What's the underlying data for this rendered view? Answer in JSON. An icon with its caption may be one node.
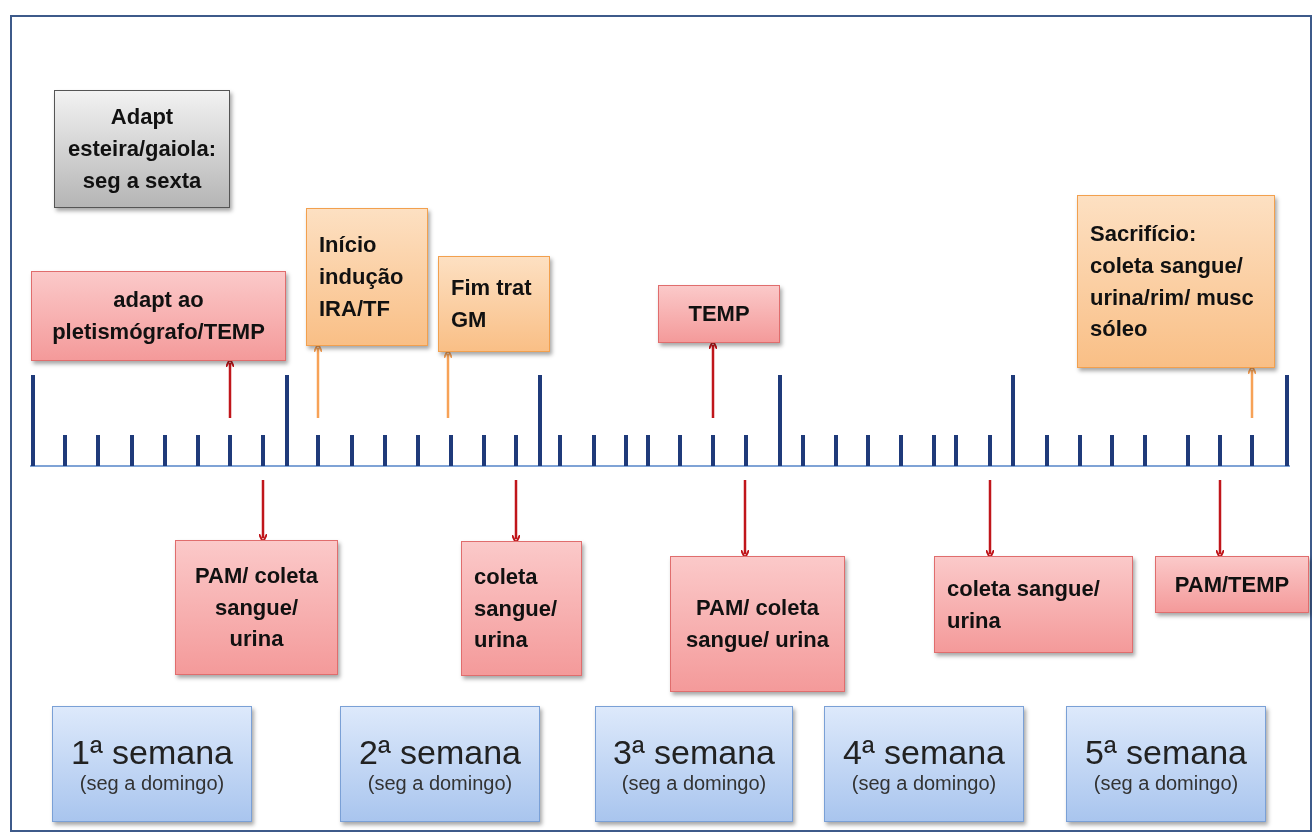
{
  "diagram": {
    "nodes": [
      {
        "text": [
          "Adapt esteira/gaiola: seg a sexta"
        ]
      },
      {
        "text": [
          "adapt ao pletismógrafo/TEMP"
        ]
      },
      {
        "text": [
          "Início indução IRA/TF"
        ]
      },
      {
        "text": [
          "Fim trat GM"
        ]
      },
      {
        "text": [
          "TEMP"
        ]
      },
      {
        "text": [
          "Sacrifício: coleta sangue/ urina/rim/ musc sóleo"
        ]
      },
      {
        "text": [
          "PAM/ coleta sangue/ urina"
        ]
      },
      {
        "text": [
          "coleta sangue/ urina"
        ]
      },
      {
        "text": [
          "PAM/ coleta sangue/ urina"
        ]
      },
      {
        "text": [
          "coleta sangue/ urina"
        ]
      },
      {
        "text": [
          "PAM/TEMP"
        ]
      },
      {
        "text": [
          "1ª semana",
          "(seg a domingo)"
        ]
      },
      {
        "text": [
          "2ª semana",
          "(seg a domingo)"
        ]
      },
      {
        "text": [
          "3ª semana",
          "(seg a domingo)"
        ]
      },
      {
        "text": [
          "4ª semana",
          "(seg a domingo)"
        ]
      },
      {
        "text": [
          "5ª semana",
          "(seg a domingo)"
        ]
      }
    ],
    "edges": [
      {
        "from": null,
        "to": 1,
        "arrow": "to"
      },
      {
        "from": null,
        "to": 2,
        "arrow": "to",
        "color": "#f7a257"
      },
      {
        "from": null,
        "to": 3,
        "arrow": "to",
        "color": "#f7a257"
      },
      {
        "from": null,
        "to": 4,
        "arrow": "to"
      },
      {
        "from": null,
        "to": 5,
        "arrow": "to",
        "color": "#f7a257"
      },
      {
        "from": null,
        "to": 6,
        "arrow": "to"
      },
      {
        "from": null,
        "to": 7,
        "arrow": "to"
      },
      {
        "from": null,
        "to": 8,
        "arrow": "to"
      },
      {
        "from": null,
        "to": 9,
        "arrow": "to"
      },
      {
        "from": null,
        "to": 10,
        "arrow": "to"
      }
    ]
  }
}
